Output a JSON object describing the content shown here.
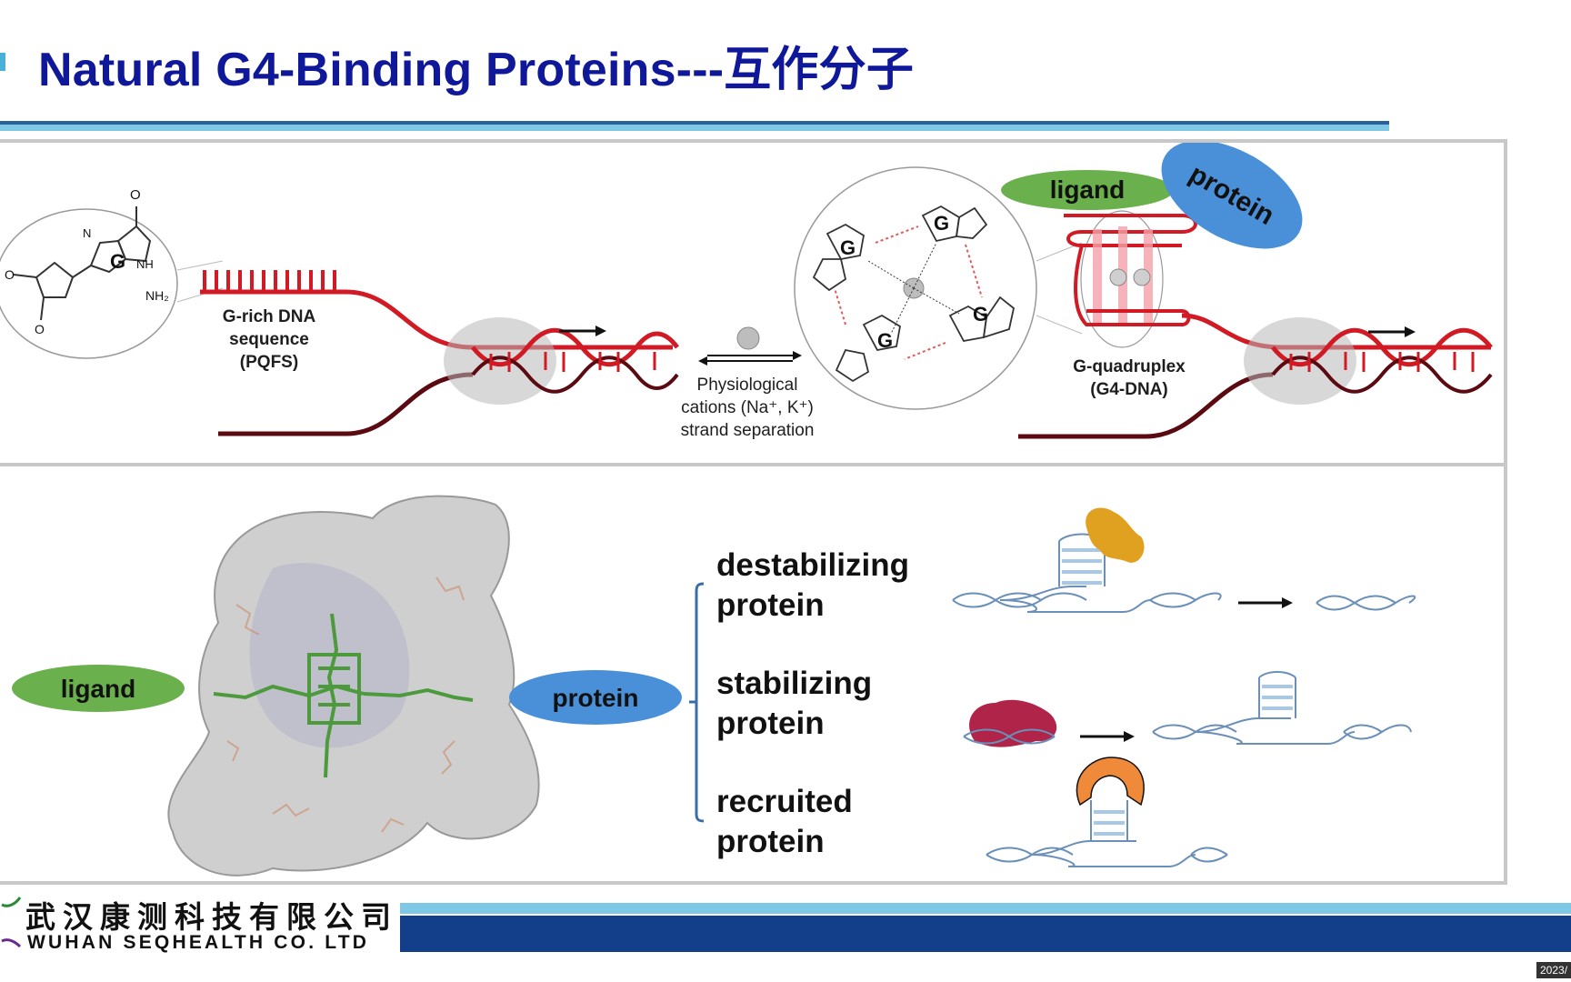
{
  "slide": {
    "title": "Natural G4-Binding Proteins---互作分子"
  },
  "top_panel": {
    "nucleotide_base": "G",
    "amine_label": "NH₂",
    "amine_h": "NH",
    "oxygen": "O",
    "nitrogen": "N",
    "grich_label_line1": "G-rich DNA",
    "grich_label_line2": "sequence",
    "grich_label_line3": "(PQFS)",
    "cation_line1": "Physiological",
    "cation_line2": "cations (Na⁺, K⁺)",
    "cation_line3": "strand separation",
    "quartet_bases": [
      "G",
      "G",
      "G",
      "G"
    ],
    "ligand_label": "ligand",
    "protein_label": "protein",
    "g4_label_line1": "G-quadruplex",
    "g4_label_line2": "(G4-DNA)"
  },
  "bottom_panel": {
    "ligand_label": "ligand",
    "protein_label": "protein",
    "protein_types": [
      {
        "label": "destabilizing\nprotein"
      },
      {
        "label": "stabilizing\nprotein"
      },
      {
        "label": "recruited\nprotein"
      }
    ]
  },
  "footer": {
    "company_cn": "武汉康测科技有限公司",
    "company_en": "WUHAN SEQHEALTH CO. LTD",
    "timestamp": "2023/"
  },
  "colors": {
    "title": "#10189a",
    "dna_red": "#d11a24",
    "dna_dark": "#5a0a10",
    "ligand_green": "#6ab04c",
    "protein_blue": "#4a90d9",
    "destabilizer": "#e0a020",
    "stabilizer": "#b0244a",
    "recruiter": "#ee8a3a",
    "footer_band": "#123e8a"
  }
}
